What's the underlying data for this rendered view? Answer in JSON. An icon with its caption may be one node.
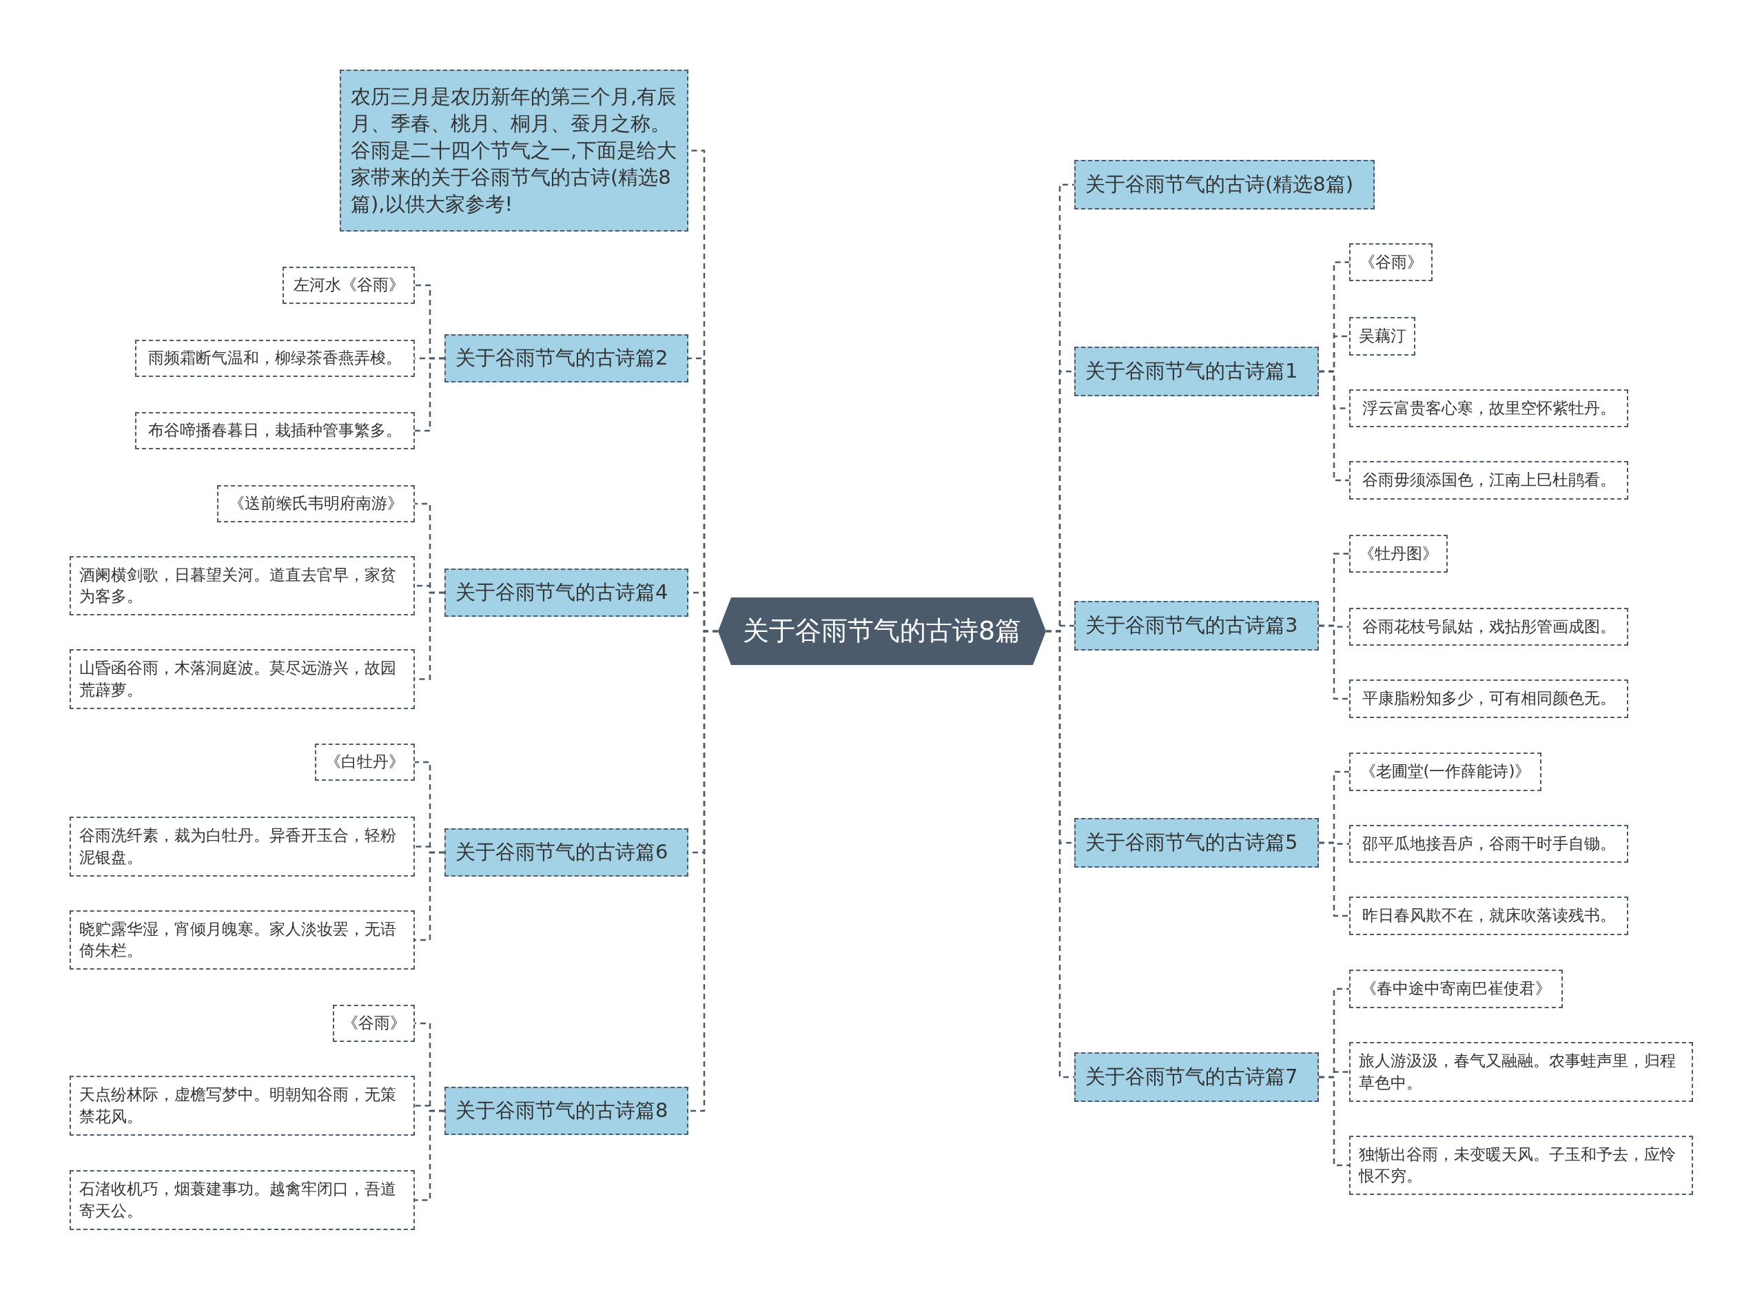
{
  "diagram": {
    "nodes": [
      {
        "text": [
          "关于谷雨节气的古诗8篇"
        ]
      },
      {
        "text": [
          "农历三月是农历新年的第三个月,有辰月、季春、桃月、桐月、蚕月之称。谷雨是二十四个节气之一,下面是给大家带来的关于谷雨节气的古诗(精选8篇),以供大家参考!"
        ]
      },
      {
        "text": [
          "关于谷雨节气的古诗篇2"
        ]
      },
      {
        "text": [
          "左河水《谷雨》"
        ]
      },
      {
        "text": [
          "雨频霜断气温和，柳绿茶香燕弄梭。"
        ]
      },
      {
        "text": [
          "布谷啼播春暮日，栽插种管事繁多。"
        ]
      },
      {
        "text": [
          "关于谷雨节气的古诗篇4"
        ]
      },
      {
        "text": [
          "《送前缑氏韦明府南游》"
        ]
      },
      {
        "text": [
          "酒阑横剑歌，日暮望关河。道直去官早，家贫为客多。"
        ]
      },
      {
        "text": [
          "山昏函谷雨，木落洞庭波。莫尽远游兴，故园荒薜萝。"
        ]
      },
      {
        "text": [
          "关于谷雨节气的古诗篇6"
        ]
      },
      {
        "text": [
          "《白牡丹》"
        ]
      },
      {
        "text": [
          "谷雨洗纤素，裁为白牡丹。异香开玉合，轻粉泥银盘。"
        ]
      },
      {
        "text": [
          "晓贮露华湿，宵倾月魄寒。家人淡妆罢，无语倚朱栏。"
        ]
      },
      {
        "text": [
          "关于谷雨节气的古诗篇8"
        ]
      },
      {
        "text": [
          "《谷雨》"
        ]
      },
      {
        "text": [
          "天点纷林际，虚檐写梦中。明朝知谷雨，无策禁花风。"
        ]
      },
      {
        "text": [
          "石渚收机巧，烟蓑建事功。越禽牢闭口，吾道寄天公。"
        ]
      },
      {
        "text": [
          "关于谷雨节气的古诗(精选8篇)"
        ]
      },
      {
        "text": [
          "关于谷雨节气的古诗篇1"
        ]
      },
      {
        "text": [
          "《谷雨》"
        ]
      },
      {
        "text": [
          "吴藕汀"
        ]
      },
      {
        "text": [
          "浮云富贵客心寒，故里空怀紫牡丹。"
        ]
      },
      {
        "text": [
          "谷雨毋须添国色，江南上巳杜鹃看。"
        ]
      },
      {
        "text": [
          "关于谷雨节气的古诗篇3"
        ]
      },
      {
        "text": [
          "《牡丹图》"
        ]
      },
      {
        "text": [
          "谷雨花枝号鼠姑，戏拈彤管画成图。"
        ]
      },
      {
        "text": [
          "平康脂粉知多少，可有相同颜色无。"
        ]
      },
      {
        "text": [
          "关于谷雨节气的古诗篇5"
        ]
      },
      {
        "text": [
          "《老圃堂(一作薛能诗)》"
        ]
      },
      {
        "text": [
          "邵平瓜地接吾庐，谷雨干时手自锄。"
        ]
      },
      {
        "text": [
          "昨日春风欺不在，就床吹落读残书。"
        ]
      },
      {
        "text": [
          "关于谷雨节气的古诗篇7"
        ]
      },
      {
        "text": [
          "《春中途中寄南巴崔使君》"
        ]
      },
      {
        "text": [
          "旅人游汲汲，春气又融融。农事蛙声里，归程草色中。"
        ]
      },
      {
        "text": [
          "独惭出谷雨，未变暖天风。子玉和予去，应怜恨不穷。"
        ]
      }
    ],
    "edges": [
      {
        "from": 0,
        "to": 1,
        "arrow": "none",
        "style": "dashed"
      },
      {
        "from": 0,
        "to": 2,
        "arrow": "none",
        "style": "dashed"
      },
      {
        "from": 2,
        "to": 3,
        "arrow": "none",
        "style": "dashed"
      },
      {
        "from": 2,
        "to": 4,
        "arrow": "none",
        "style": "dashed"
      },
      {
        "from": 2,
        "to": 5,
        "arrow": "none",
        "style": "dashed"
      },
      {
        "from": 0,
        "to": 6,
        "arrow": "none",
        "style": "dashed"
      },
      {
        "from": 6,
        "to": 7,
        "arrow": "none",
        "style": "dashed"
      },
      {
        "from": 6,
        "to": 8,
        "arrow": "none",
        "style": "dashed"
      },
      {
        "from": 6,
        "to": 9,
        "arrow": "none",
        "style": "dashed"
      },
      {
        "from": 0,
        "to": 10,
        "arrow": "none",
        "style": "dashed"
      },
      {
        "from": 10,
        "to": 11,
        "arrow": "none",
        "style": "dashed"
      },
      {
        "from": 10,
        "to": 12,
        "arrow": "none",
        "style": "dashed"
      },
      {
        "from": 10,
        "to": 13,
        "arrow": "none",
        "style": "dashed"
      },
      {
        "from": 0,
        "to": 14,
        "arrow": "none",
        "style": "dashed"
      },
      {
        "from": 14,
        "to": 15,
        "arrow": "none",
        "style": "dashed"
      },
      {
        "from": 14,
        "to": 16,
        "arrow": "none",
        "style": "dashed"
      },
      {
        "from": 14,
        "to": 17,
        "arrow": "none",
        "style": "dashed"
      },
      {
        "from": 0,
        "to": 18,
        "arrow": "none",
        "style": "dashed"
      },
      {
        "from": 0,
        "to": 19,
        "arrow": "none",
        "style": "dashed"
      },
      {
        "from": 19,
        "to": 20,
        "arrow": "none",
        "style": "dashed"
      },
      {
        "from": 19,
        "to": 21,
        "arrow": "none",
        "style": "dashed"
      },
      {
        "from": 19,
        "to": 22,
        "arrow": "none",
        "style": "dashed"
      },
      {
        "from": 19,
        "to": 23,
        "arrow": "none",
        "style": "dashed"
      },
      {
        "from": 0,
        "to": 24,
        "arrow": "none",
        "style": "dashed"
      },
      {
        "from": 24,
        "to": 25,
        "arrow": "none",
        "style": "dashed"
      },
      {
        "from": 24,
        "to": 26,
        "arrow": "none",
        "style": "dashed"
      },
      {
        "from": 24,
        "to": 27,
        "arrow": "none",
        "style": "dashed"
      },
      {
        "from": 0,
        "to": 28,
        "arrow": "none",
        "style": "dashed"
      },
      {
        "from": 28,
        "to": 29,
        "arrow": "none",
        "style": "dashed"
      },
      {
        "from": 28,
        "to": 30,
        "arrow": "none",
        "style": "dashed"
      },
      {
        "from": 28,
        "to": 31,
        "arrow": "none",
        "style": "dashed"
      },
      {
        "from": 0,
        "to": 32,
        "arrow": "none",
        "style": "dashed"
      },
      {
        "from": 32,
        "to": 33,
        "arrow": "none",
        "style": "dashed"
      },
      {
        "from": 32,
        "to": 34,
        "arrow": "none",
        "style": "dashed"
      },
      {
        "from": 32,
        "to": 35,
        "arrow": "none",
        "style": "dashed"
      }
    ]
  }
}
